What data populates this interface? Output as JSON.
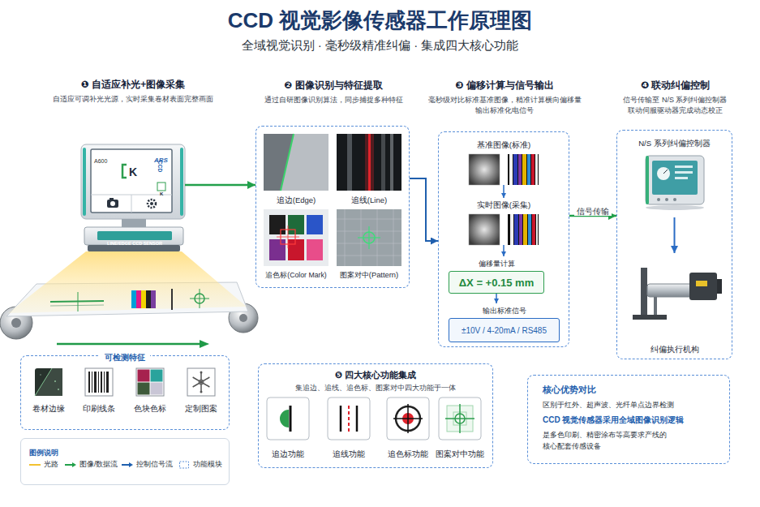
{
  "diagram": {
    "title": "CCD 视觉影像传感器工作原理图",
    "nodes": [
      {
        "text": [
          "❶ 自适应补光+图像采集",
          "自适应可调补光光源，实时采集卷材表面完整画面"
        ]
      },
      {
        "text": [
          "❷ 图像识别与特征提取",
          "通过自研图像识别算法，同步捕捉多种特征"
        ]
      },
      {
        "text": [
          "追边(Edge)"
        ],
        "in": 1
      },
      {
        "text": [
          "追线(Line)"
        ],
        "in": 1
      },
      {
        "text": [
          "追色标(Color Mark)"
        ],
        "in": 1
      },
      {
        "text": [
          "图案对中(Pattern)"
        ],
        "in": 1
      },
      {
        "text": [
          "❸ 偏移计算与信号输出",
          "毫秒级对比标准基准图像，精准计算横向偏移量 输出标准化电信号"
        ]
      },
      {
        "text": [
          "基准图像(标准)"
        ],
        "in": 6
      },
      {
        "text": [
          "实时图像(采集)"
        ],
        "in": 6
      },
      {
        "text": [
          "偏移量计算",
          "ΔX = +0.15 mm"
        ],
        "in": 6
      },
      {
        "text": [
          "输出标准信号",
          "±10V / 4-20mA / RS485"
        ],
        "in": 6
      },
      {
        "text": [
          "❹ 联动纠偏控制",
          "信号传输至 N/S 系列纠偏控制器 联动伺服驱动器完成动态校正"
        ]
      },
      {
        "text": [
          "N/S 系列纠偏控制器"
        ],
        "in": 11
      },
      {
        "text": [
          "纠偏执行机构"
        ],
        "in": 11
      },
      {
        "text": [
          "可检测特征"
        ]
      },
      {
        "text": [
          "卷材边缘"
        ],
        "in": 14
      },
      {
        "text": [
          "印刷线条"
        ],
        "in": 14
      },
      {
        "text": [
          "色块色标"
        ],
        "in": 14
      },
      {
        "text": [
          "定制图案"
        ],
        "in": 14
      },
      {
        "text": [
          "❺ 四大核心功能集成",
          "集追边、追线、追色标、图案对中四大功能于一体"
        ]
      },
      {
        "text": [
          "追边功能"
        ],
        "in": 19
      },
      {
        "text": [
          "追线功能"
        ],
        "in": 19
      },
      {
        "text": [
          "追色标功能"
        ],
        "in": 19
      },
      {
        "text": [
          "图案对中功能"
        ],
        "in": 19
      },
      {
        "text": [
          "核心优势对比",
          "区别于红外、超声波、光纤单点边界检测",
          "CCD 视觉传感器采用全域图像识别逻辑",
          "是多色印刷、精密涂布等高要求产线的 核心配套传感设备"
        ]
      }
    ],
    "edges": [
      {
        "from": 0,
        "to": 1,
        "arrow": "to"
      },
      {
        "from": 1,
        "to": 6,
        "arrow": "to"
      },
      {
        "from": 6,
        "to": 11,
        "label": "信号传输",
        "arrow": "to"
      },
      {
        "from": 7,
        "to": 8,
        "arrow": "to"
      },
      {
        "from": 8,
        "to": 9,
        "arrow": "to"
      },
      {
        "from": 9,
        "to": 10,
        "arrow": "to"
      },
      {
        "from": 12,
        "to": 13,
        "arrow": "to"
      }
    ],
    "labels": [
      "全域视觉识别 · 毫秒级精准纠偏 · 集成四大核心功能",
      "A600",
      "ARS",
      "CCD",
      "K",
      "K",
      "LINE/EDGE CCD SENSOR",
      "图例说明"
    ],
    "legend": [
      {
        "text": "光路"
      },
      {
        "text": "图像/数据流"
      },
      {
        "text": "控制信号流"
      },
      {
        "text": "功能模块"
      }
    ]
  }
}
